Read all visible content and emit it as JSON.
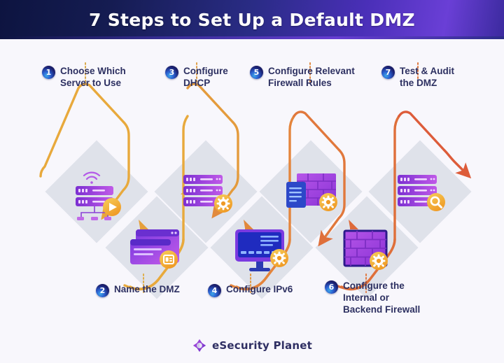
{
  "header": {
    "title": "7 Steps to Set Up a Default DMZ"
  },
  "steps": [
    {
      "number": "1",
      "label": "Choose Which\nServer to Use",
      "icon": "server-wifi-play-icon",
      "position": "top"
    },
    {
      "number": "2",
      "label": "Name the DMZ",
      "icon": "browser-windows-name-icon",
      "position": "bottom"
    },
    {
      "number": "3",
      "label": "Configure\nDHCP",
      "icon": "server-rack-gear-icon",
      "position": "top"
    },
    {
      "number": "4",
      "label": "Configure IPv6",
      "icon": "desktop-monitor-gear-icon",
      "position": "bottom"
    },
    {
      "number": "5",
      "label": "Configure Relevant\nFirewall Rules",
      "icon": "firewall-document-gear-icon",
      "position": "top"
    },
    {
      "number": "6",
      "label": "Configure the\nInternal or\nBackend Firewall",
      "icon": "firewall-brick-gear-icon",
      "position": "bottom"
    },
    {
      "number": "7",
      "label": "Test & Audit\nthe DMZ",
      "icon": "server-rack-magnifier-icon",
      "position": "top"
    }
  ],
  "footer": {
    "brand": "eSecurity Planet",
    "logo": "esecurity-planet-logo"
  },
  "colors": {
    "header_navy": "#0d1440",
    "header_purple": "#6a3fd6",
    "background": "#f8f7fc",
    "diamond": "#dfe2ea",
    "arrow_start": "#e8b53a",
    "arrow_end": "#e0653a",
    "badge_navy": "#13164f",
    "badge_cyan": "#3ea8e8",
    "text_navy": "#2d3061",
    "icon_purple": "#a martin",
    "icon_violet": "#8a3fe0",
    "icon_orange": "#f0a828"
  }
}
